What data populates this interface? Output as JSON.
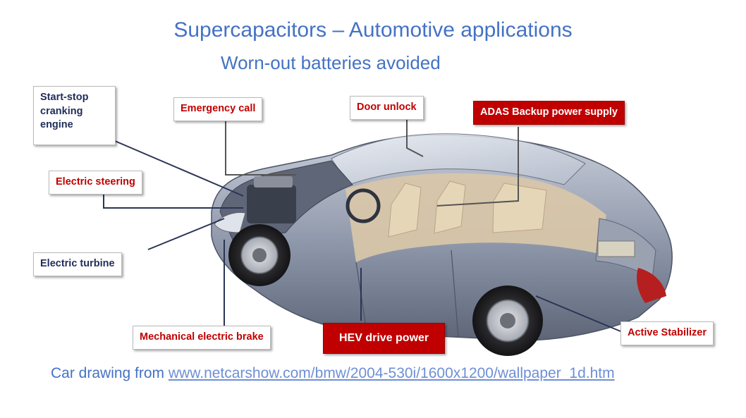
{
  "title": "Supercapacitors – Automotive applications",
  "subtitle": "Worn-out batteries avoided",
  "labels": {
    "start_stop": "Start-stop\ncranking\nengine",
    "emergency_call": "Emergency call",
    "door_unlock": "Door unlock",
    "adas": "ADAS Backup power supply",
    "electric_steering": "Electric steering",
    "electric_turbine": "Electric turbine",
    "mechanical_brake": "Mechanical electric brake",
    "hev_drive": "HEV drive power",
    "active_stabilizer": "Active Stabilizer"
  },
  "footer": {
    "prefix": "Car drawing from ",
    "link": "www.netcarshow.com/bmw/2004-530i/1600x1200/wallpaper_1d.htm"
  },
  "colors": {
    "title": "#4472c4",
    "red_label": "#c00000",
    "navy_label": "#1f2d5a",
    "car_body": "#8a93a6",
    "interior": "#d9c7a8"
  },
  "icons": [
    "car-cutaway-illustration"
  ]
}
